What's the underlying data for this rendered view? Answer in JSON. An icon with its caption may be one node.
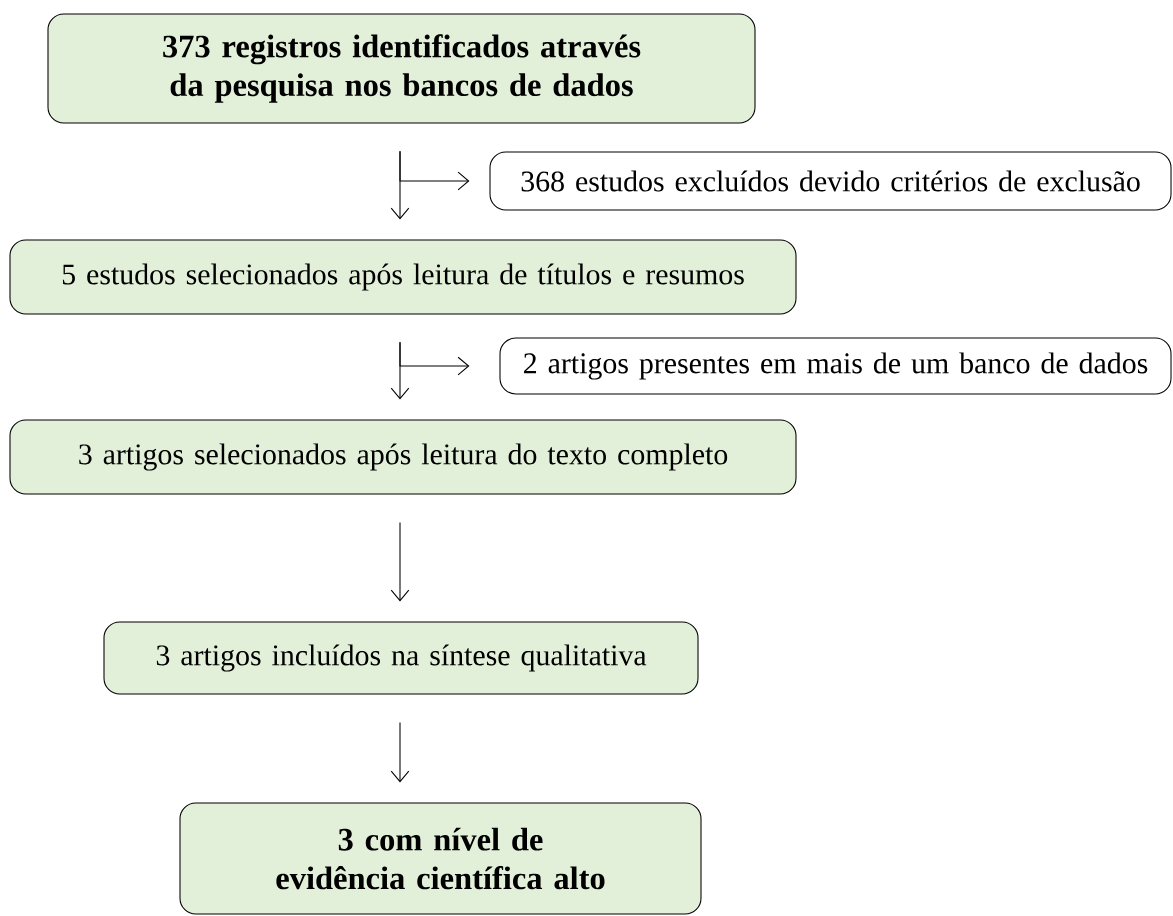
{
  "diagram": {
    "nodes": [
      {
        "text": [
          "373 registros identificados através da pesquisa nos bancos de dados"
        ]
      },
      {
        "text": [
          "368 estudos excluídos devido critérios de exclusão"
        ]
      },
      {
        "text": [
          "5 estudos selecionados após leitura de títulos e resumos"
        ]
      },
      {
        "text": [
          "2 artigos presentes em mais de um banco de dados"
        ]
      },
      {
        "text": [
          "3 artigos selecionados após leitura do texto completo"
        ]
      },
      {
        "text": [
          "3 artigos incluídos na síntese qualitativa"
        ]
      },
      {
        "text": [
          "3 com nível de evidência científica alto"
        ]
      }
    ],
    "edges": [
      {
        "from": 0,
        "to": 2,
        "arrow": "to"
      },
      {
        "from": 0,
        "to": 1,
        "arrow": "to"
      },
      {
        "from": 2,
        "to": 4,
        "arrow": "to"
      },
      {
        "from": 2,
        "to": 3,
        "arrow": "to"
      },
      {
        "from": 4,
        "to": 5,
        "arrow": "to"
      },
      {
        "from": 5,
        "to": 6,
        "arrow": "to"
      }
    ]
  }
}
